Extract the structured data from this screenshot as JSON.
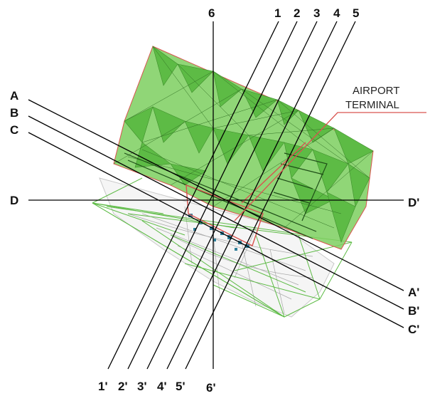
{
  "section_labels": {
    "top": [
      "1",
      "2",
      "3",
      "4",
      "5",
      "6"
    ],
    "bottom": [
      "1'",
      "2'",
      "3'",
      "4'",
      "5'",
      "6'"
    ],
    "left": [
      "A",
      "B",
      "C",
      "D"
    ],
    "right": [
      "A'",
      "B'",
      "C'",
      "D'"
    ]
  },
  "callout": {
    "line1": "AIRPORT",
    "line2": "TERMINAL"
  },
  "colors": {
    "mesh": "#5dbb45",
    "mesh_dark": "#3f8f2c",
    "outline": "#d9534f",
    "section_line": "#000000",
    "plan_blue": "#2f7f9a"
  }
}
